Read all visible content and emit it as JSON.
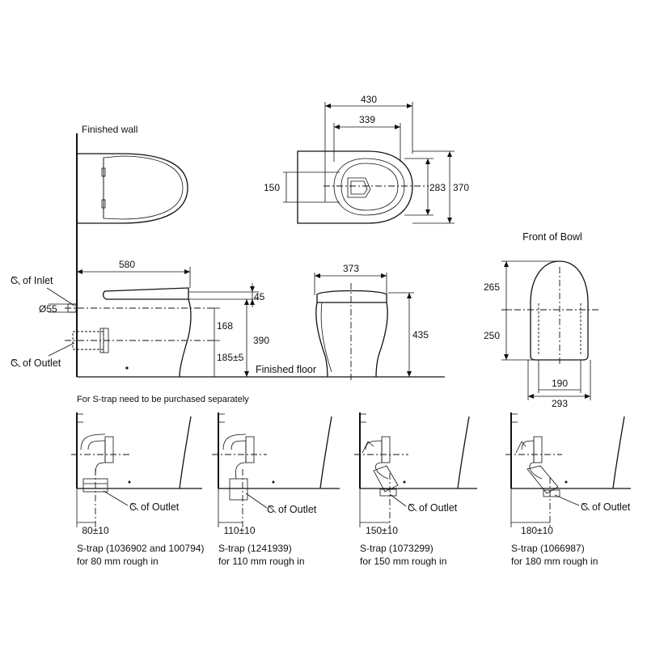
{
  "labels": {
    "finished_wall": "Finished wall",
    "cl_inlet": "of Inlet",
    "cl_outlet": "of Outlet",
    "cl_symbol": "CL",
    "finished_floor": "Finished floor",
    "front_of_bowl": "Front of Bowl",
    "strap_note": "For S-trap need to be purchased separately"
  },
  "dimensions": {
    "top_width_outer": "430",
    "top_width_inner": "339",
    "top_depth_inner": "283",
    "top_depth_outer": "370",
    "top_bowl_opening": "150",
    "side_length": "580",
    "side_seat_gap": "45",
    "inlet_diameter": "Ø55",
    "side_inlet_height": "168",
    "side_total_height": "390",
    "side_outlet_height": "185±5",
    "front_width": "373",
    "front_height": "435",
    "bowl_upper": "265",
    "bowl_lower": "250",
    "bowl_inner_width": "190",
    "bowl_outer_width": "293"
  },
  "straps": [
    {
      "dim": "80±10",
      "title": "S-trap (1036902 and 100794)",
      "sub": "for 80 mm rough in"
    },
    {
      "dim": "110±10",
      "title": "S-trap (1241939)",
      "sub": "for 110 mm rough in"
    },
    {
      "dim": "150±10",
      "title": "S-trap (1073299)",
      "sub": "for 150 mm rough in"
    },
    {
      "dim": "180±10",
      "title": "S-trap (1066987)",
      "sub": "for 180 mm rough in"
    }
  ]
}
